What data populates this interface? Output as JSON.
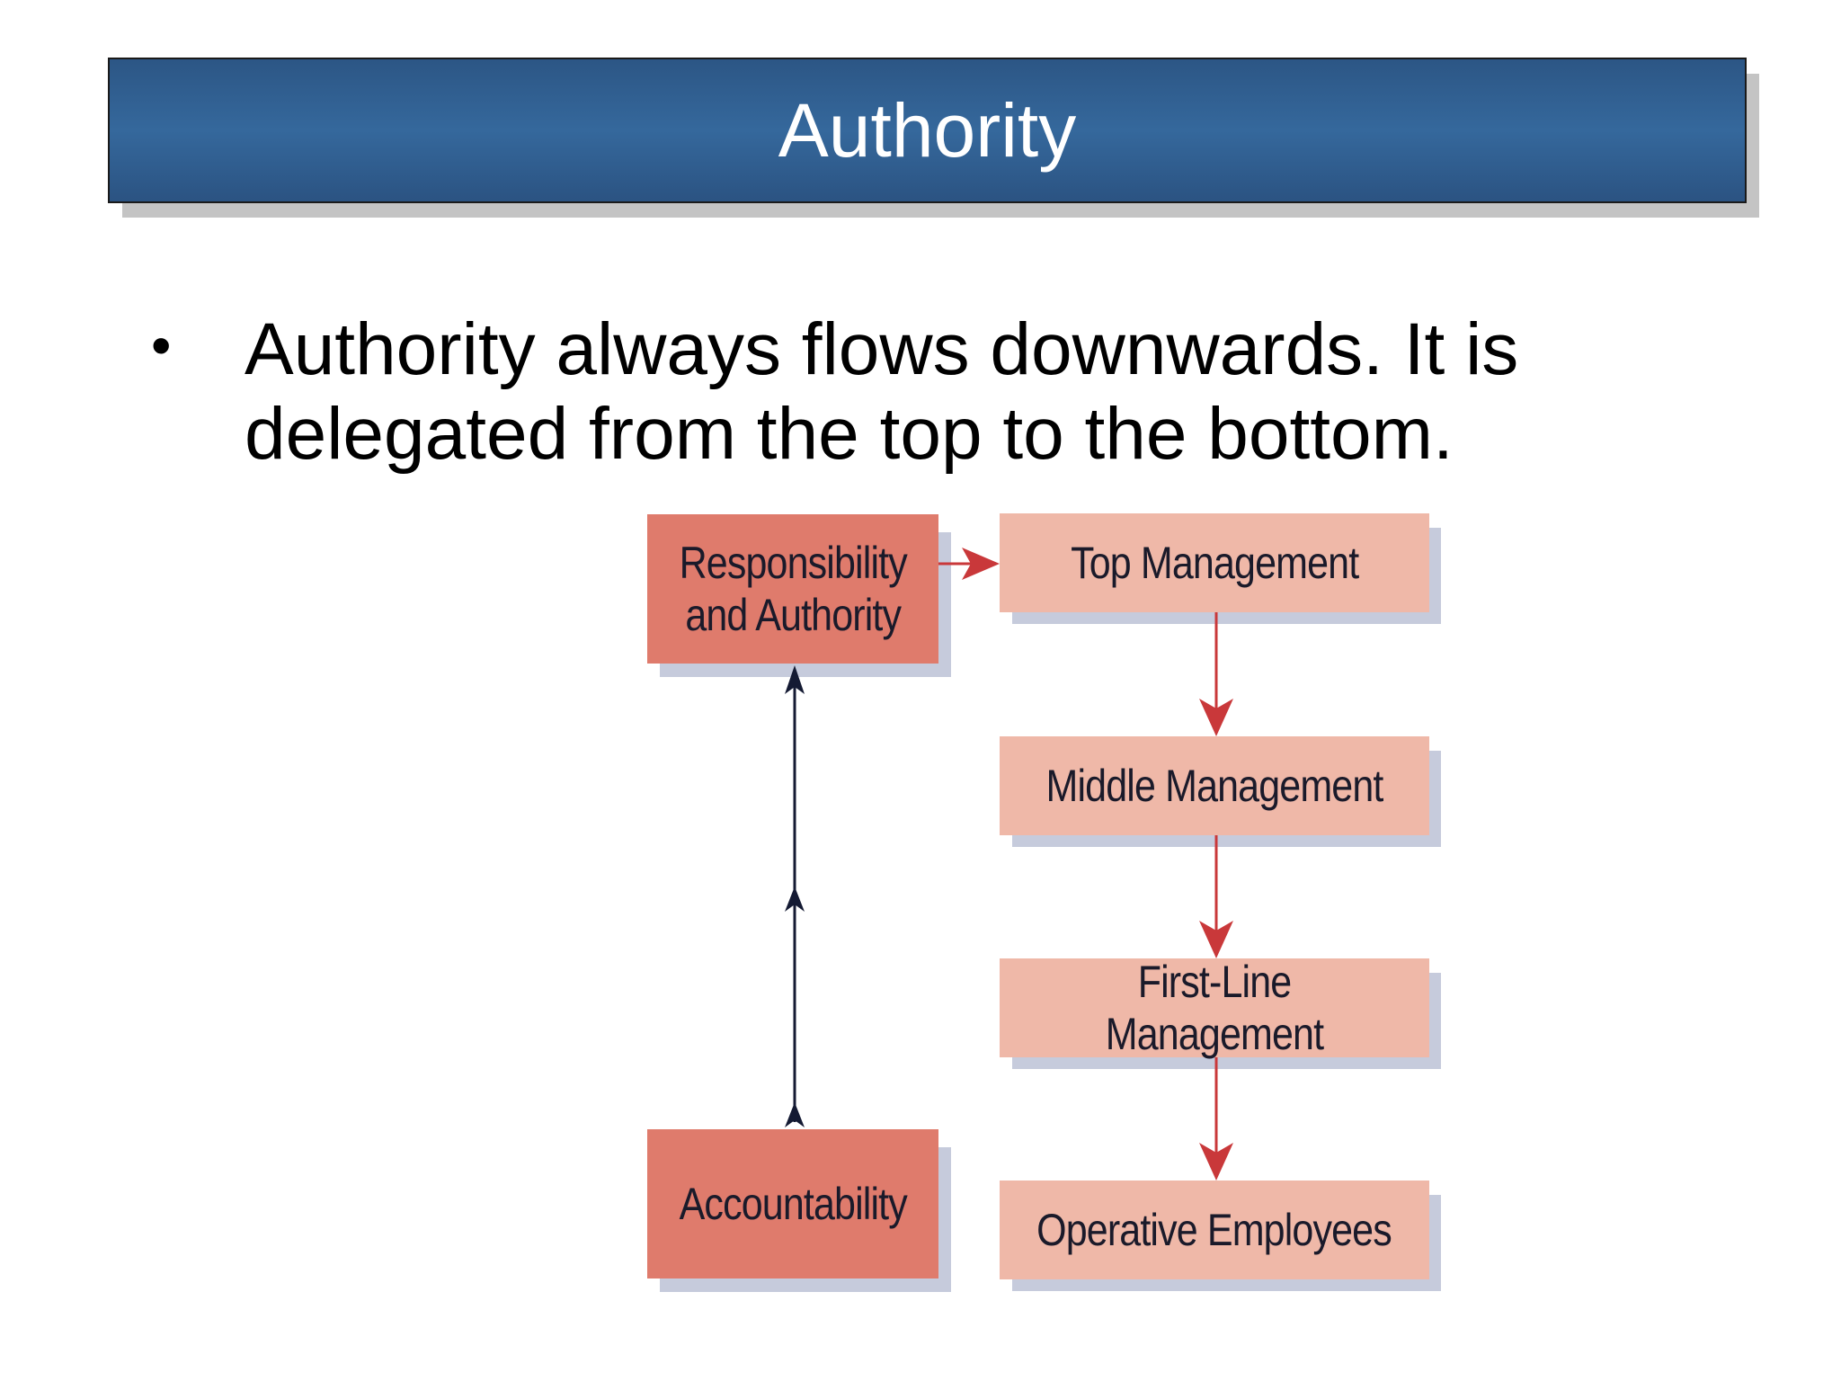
{
  "slide": {
    "title": "Authority",
    "bullet": "Authority always flows downwards. It is delegated from the top to the bottom."
  },
  "diagram": {
    "left_column": {
      "top_box": "Responsibility and Authority",
      "top_box_line1": "Responsibility",
      "top_box_line2": "and Authority",
      "bottom_box": "Accountability"
    },
    "right_column": {
      "levels": [
        "Top Management",
        "Middle Management",
        "First-Line Management",
        "Operative Employees"
      ]
    },
    "colors": {
      "title_bar": "#2f5d90",
      "dark_box": "#df7b6c",
      "light_box": "#efb8a8",
      "box_shadow": "#c6cbdc",
      "down_arrow": "#c9383a",
      "up_arrow": "#141a33"
    }
  }
}
